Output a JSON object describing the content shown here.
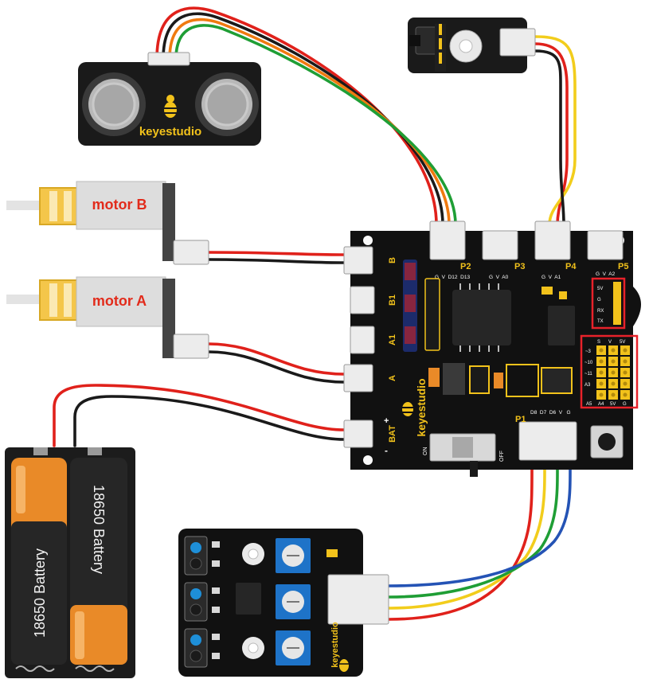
{
  "ultrasonic": {
    "brand": "keyestudio"
  },
  "motor_b": {
    "label": "motor B"
  },
  "motor_a": {
    "label": "motor A"
  },
  "battery": {
    "left_label": "18650 Battery",
    "right_label": "18650 Battery"
  },
  "board": {
    "brand": "keyestudio",
    "ports": {
      "B": "B",
      "B1": "B1",
      "A1": "A1",
      "A": "A",
      "BAT": "BAT",
      "P2": "P2",
      "P3": "P3",
      "P4": "P4",
      "P5": "P5",
      "P1": "P1"
    },
    "pin_labels": {
      "p2": "G  V  D12  D13",
      "p3": "G  V  A0",
      "p4": "G  V  A1",
      "p5": "G  V  A2",
      "p1": "D8  D7  D6  V   G"
    },
    "serial": [
      "5V",
      "G",
      "RX",
      "TX"
    ],
    "io_labels": [
      "~3",
      "~10",
      "~11",
      "A3",
      "A5",
      "A4",
      "5V",
      "G",
      "S",
      "V",
      "5V"
    ],
    "switch_on": "ON",
    "switch_off": "OFF",
    "plus": "+",
    "minus": "-"
  },
  "line_tracker": {
    "brand": "keyestudio"
  },
  "colors": {
    "board": "#111111",
    "header_yellow": "#f2c21b",
    "wire_red": "#e0211b",
    "wire_black": "#1a1a1a",
    "wire_green": "#1f9e35",
    "wire_orange": "#f07a10",
    "wire_yellow": "#f2cd1c",
    "wire_blue": "#2453b5",
    "motor_red_label": "#e22b1b",
    "highlight_red": "#e8222a"
  }
}
